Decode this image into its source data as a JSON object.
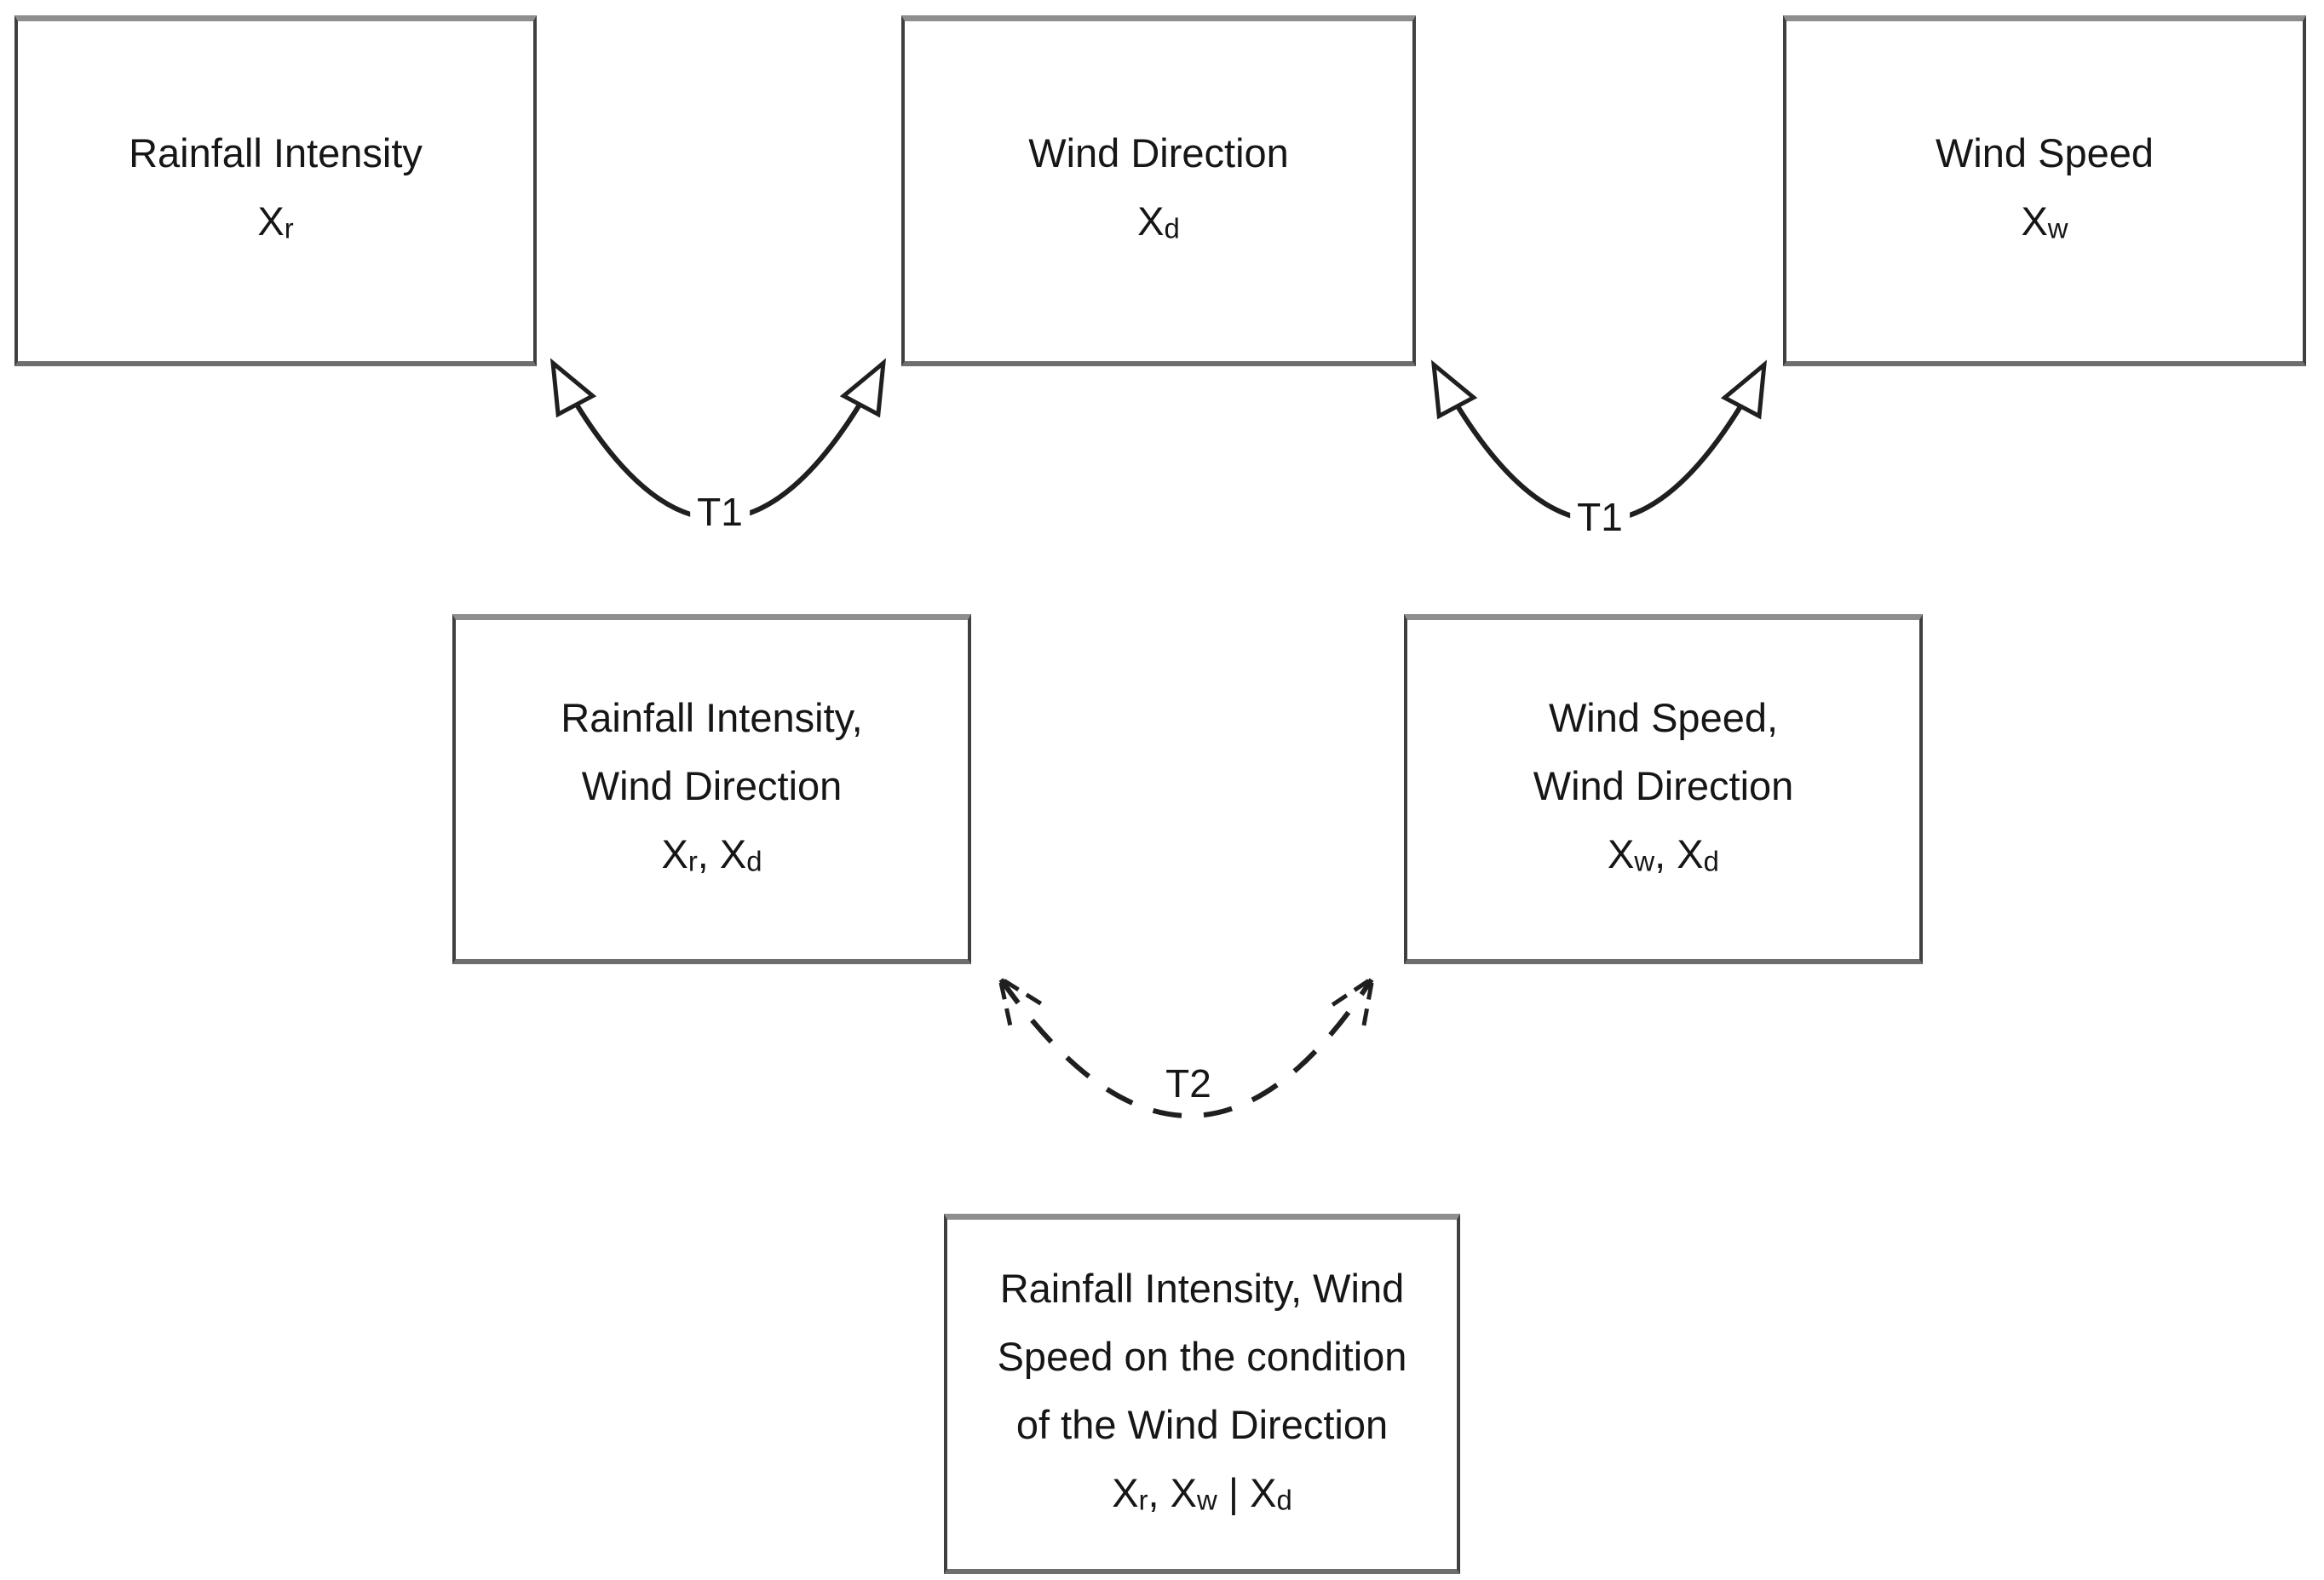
{
  "boxes": {
    "rainfall": {
      "title": "Rainfall Intensity",
      "sym1": "X",
      "sub1": "r"
    },
    "wind_direction": {
      "title": "Wind Direction",
      "sym1": "X",
      "sub1": "d"
    },
    "wind_speed": {
      "title": "Wind Speed",
      "sym1": "X",
      "sub1": "w"
    },
    "rain_dir_joint": {
      "title1": "Rainfall Intensity,",
      "title2": "Wind Direction",
      "sym1": "X",
      "sub1": "r",
      "sym2": ", X",
      "sub2": "d"
    },
    "speed_dir_joint": {
      "title1": "Wind Speed,",
      "title2": "Wind Direction",
      "sym1": "X",
      "sub1": "w",
      "sym2": ", X",
      "sub2": "d"
    },
    "conditional": {
      "title1": "Rainfall Intensity, Wind",
      "title2": "Speed on the condition",
      "title3": "of the Wind Direction",
      "sym1": "X",
      "sub1": "r",
      "sym2": ", X",
      "sub2": "w",
      "sym3": " | X",
      "sub3": "d"
    }
  },
  "connectors": {
    "t1_left": {
      "label": "T1",
      "style": "solid"
    },
    "t1_right": {
      "label": "T1",
      "style": "solid"
    },
    "t2": {
      "label": "T2",
      "style": "dashed"
    }
  },
  "colors": {
    "background": "#ffffff",
    "box_border": "#3f3f3f",
    "line": "#1f1f1f",
    "text": "#161616"
  }
}
